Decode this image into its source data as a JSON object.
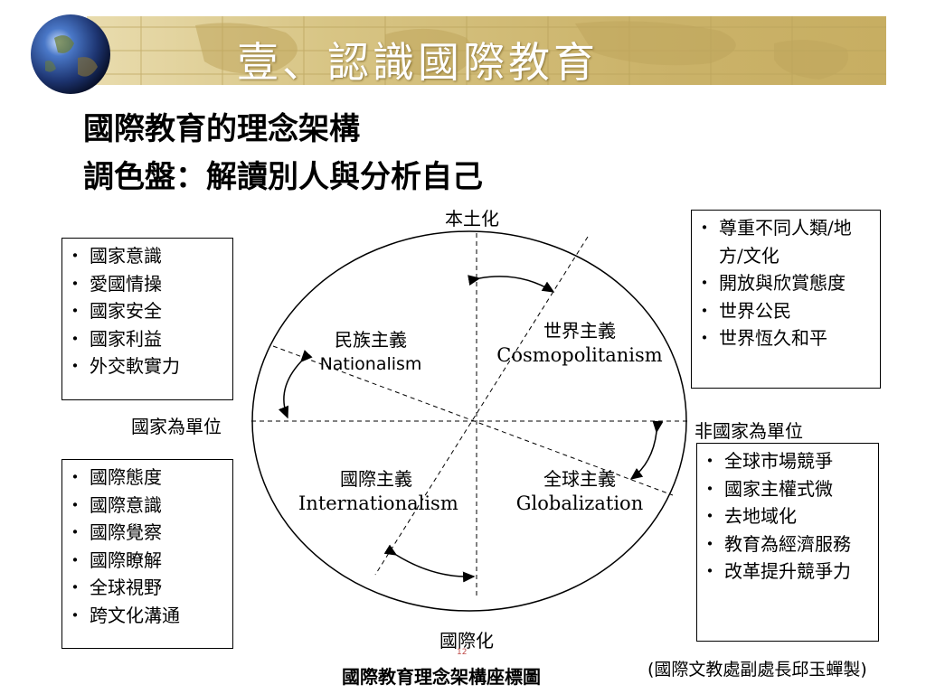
{
  "banner": {
    "title": "壹、認識國際教育"
  },
  "title_lines": [
    "國際教育的理念架構",
    "調色盤：解讀別人與分析自己"
  ],
  "axes": {
    "top": "本土化",
    "bottom": "國際化",
    "left": "國家為單位",
    "right": "非國家為單位"
  },
  "quadrants": {
    "top_left": {
      "zh": "民族主義",
      "en": "Nationalism"
    },
    "top_right": {
      "zh": "世界主義",
      "en": "Cosmopolitanism"
    },
    "bottom_left": {
      "zh": "國際主義",
      "en": "Internationalism"
    },
    "bottom_right": {
      "zh": "全球主義",
      "en": "Globalization"
    }
  },
  "boxes": {
    "top_left": [
      "國家意識",
      "愛國情操",
      "國家安全",
      "國家利益",
      "外交軟實力"
    ],
    "top_right": [
      "尊重不同人類/地方/文化",
      "開放與欣賞態度",
      "世界公民",
      "世界恆久和平"
    ],
    "bottom_left": [
      "國際態度",
      "國際意識",
      "國際覺察",
      "國際瞭解",
      "全球視野",
      "跨文化溝通"
    ],
    "bottom_right": [
      "全球市場競爭",
      "國家主權式微",
      "去地域化",
      "教育為經濟服務",
      "改革提升競爭力"
    ]
  },
  "caption": "國際教育理念架構座標圖",
  "credit": "(國際文教處副處長邱玉蟬製)",
  "page_number": "12"
}
